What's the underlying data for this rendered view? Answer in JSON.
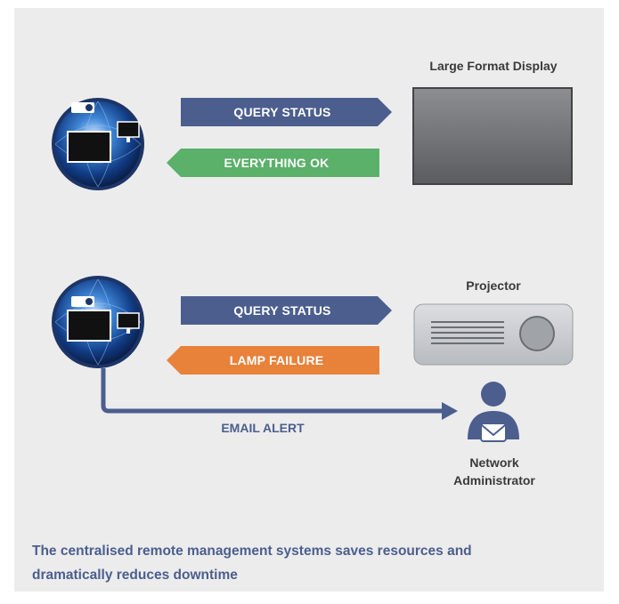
{
  "row1": {
    "device_title": "Large Format Display",
    "request_label": "QUERY STATUS",
    "response_label": "EVERYTHING OK"
  },
  "row2": {
    "device_title": "Projector",
    "request_label": "QUERY STATUS",
    "response_label": "LAMP FAILURE",
    "alert_label": "EMAIL ALERT",
    "admin_line1": "Network",
    "admin_line2": "Administrator"
  },
  "caption_line1": "The centralised remote management systems saves resources and",
  "caption_line2": "dramatically reduces downtime",
  "colors": {
    "panel": "#ececec",
    "query": "#4b5e8e",
    "ok": "#5bb06a",
    "failure": "#e8823a",
    "caption": "#4b5e8e"
  },
  "icons": [
    "network-globe-icon",
    "large-format-display-icon",
    "projector-icon",
    "network-administrator-icon",
    "envelope-icon"
  ]
}
